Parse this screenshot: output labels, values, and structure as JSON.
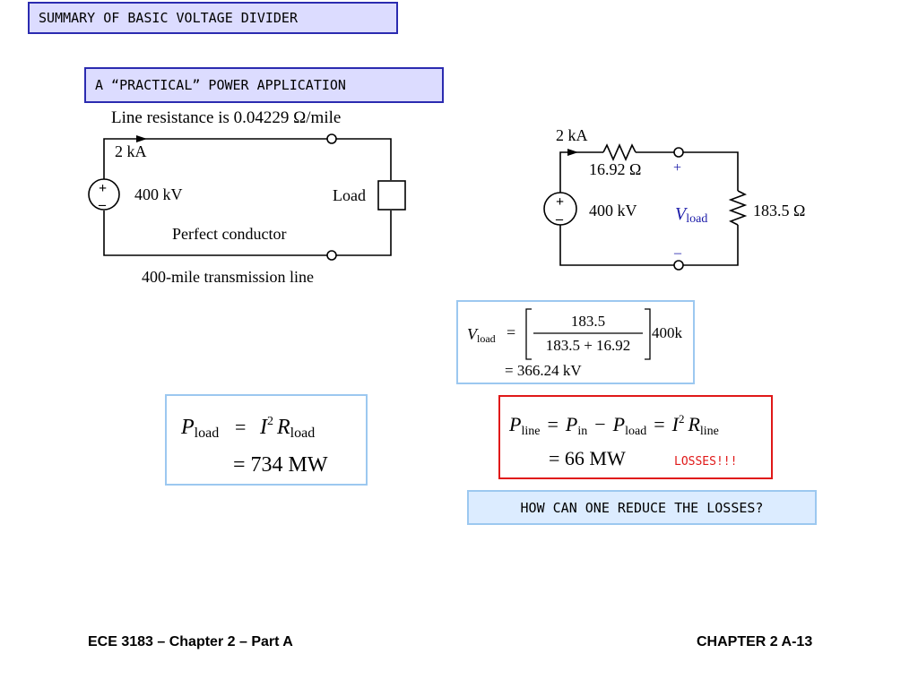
{
  "slide": {
    "title": "SUMMARY OF BASIC VOLTAGE DIVIDER",
    "subtitle": "A “PRACTICAL” POWER APPLICATION",
    "footer_left": "ECE 3183 – Chapter 2 – Part A",
    "footer_right": "CHAPTER 2 A-13"
  },
  "left_circuit": {
    "line_resistance": "Line resistance is 0.04229 Ω/mile",
    "current": "2 kA",
    "plus": "+",
    "minus": "–",
    "source": "400 kV",
    "load": "Load",
    "conductor": "Perfect conductor",
    "line_length": "400-mile transmission line"
  },
  "right_circuit": {
    "current": "2 kA",
    "line_res": "16.92 Ω",
    "plus_src": "+",
    "minus_src": "–",
    "source": "400 kV",
    "vload_v": "V",
    "vload_sub": "load",
    "vload_plus": "+",
    "vload_minus": "–",
    "load_res": "183.5 Ω"
  },
  "eq_vload": {
    "lhs_v": "V",
    "lhs_sub": "load",
    "equals": "=",
    "numerator": "183.5",
    "denominator": "183.5 + 16.92",
    "multiplier": "400k",
    "result": "= 366.24 kV"
  },
  "eq_pload": {
    "p": "P",
    "p_sub": "load",
    "eq1": "=",
    "i": "I",
    "sup": "2",
    "r": "R",
    "r_sub": "load",
    "result": "= 734 MW"
  },
  "eq_pline": {
    "p": "P",
    "p_sub": "line",
    "eq1": "=",
    "pin": "P",
    "pin_sub": "in",
    "minus": "−",
    "pl": "P",
    "pl_sub": "load",
    "eq2": "=",
    "i": "I",
    "sup": "2",
    "r": "R",
    "r_sub": "line",
    "result": "= 66 MW",
    "losses": "LOSSES!!!"
  },
  "question": "HOW CAN ONE REDUCE THE LOSSES?",
  "colors": {
    "label_border": "#2b2bb0",
    "label_fill": "#dcdcff",
    "eq_border": "#9cc8f0",
    "loss_border": "#e01818",
    "loss_text": "#e01818",
    "vload_text": "#1a1aa8"
  }
}
